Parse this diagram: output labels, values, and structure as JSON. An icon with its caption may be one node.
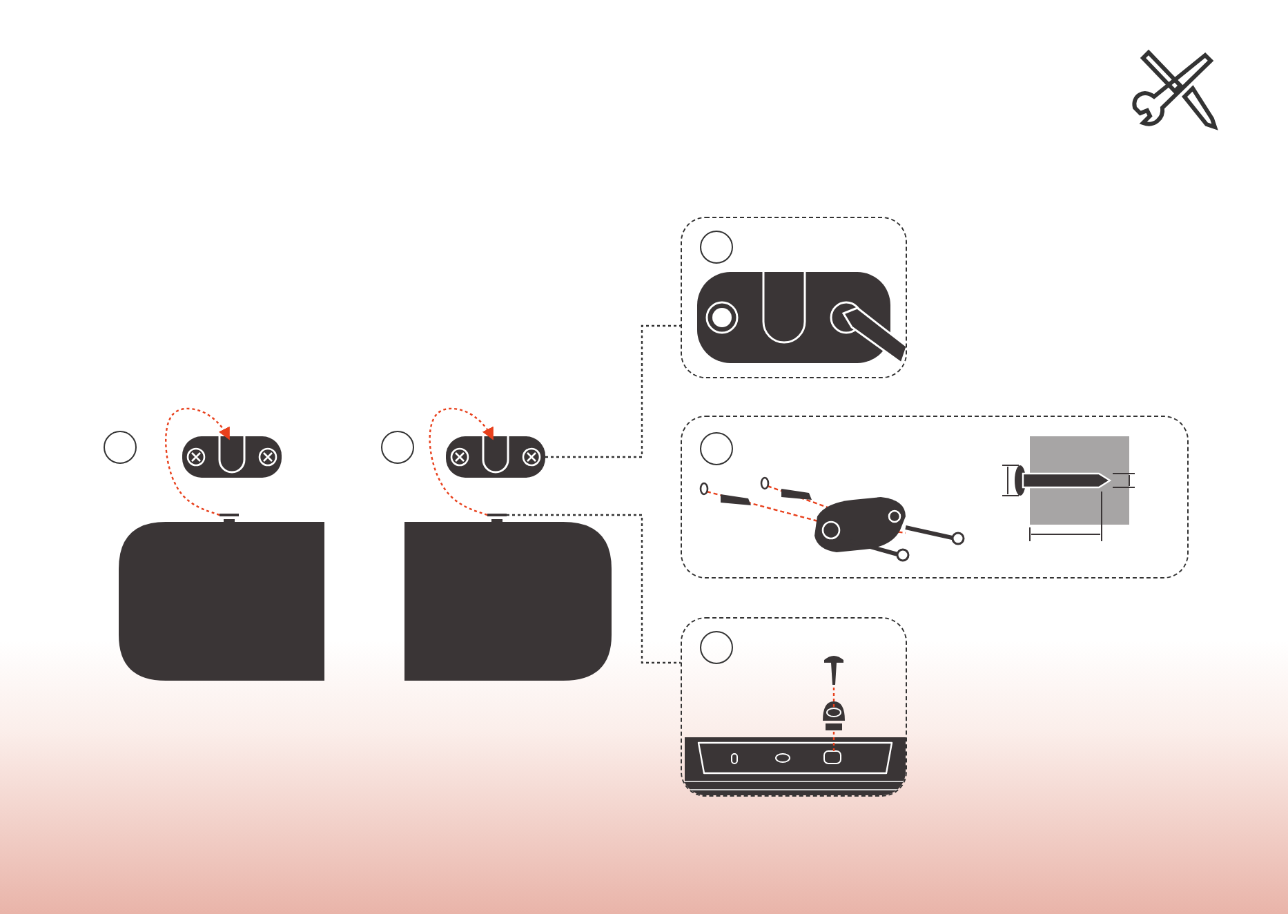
{
  "diagram": {
    "nodes": [
      {
        "text": [],
        "shape": "circle"
      },
      {
        "text": [],
        "shape": "picture"
      },
      {
        "text": [],
        "shape": "bar"
      },
      {
        "text": [],
        "shape": "circle"
      },
      {
        "text": [],
        "shape": "picture"
      },
      {
        "text": [],
        "shape": "bar"
      },
      {
        "text": [],
        "shape": "box"
      },
      {
        "text": [],
        "shape": "circle",
        "in": 6
      },
      {
        "text": [],
        "shape": "picture",
        "in": 6
      },
      {
        "text": [],
        "shape": "box"
      },
      {
        "text": [],
        "shape": "circle",
        "in": 9
      },
      {
        "text": [],
        "shape": "picture",
        "in": 9
      },
      {
        "text": [],
        "shape": "picture",
        "in": 9
      },
      {
        "text": [],
        "shape": "box"
      },
      {
        "text": [],
        "shape": "circle",
        "in": 13
      },
      {
        "text": [],
        "shape": "picture",
        "in": 13
      }
    ],
    "edges": [
      {
        "from": 2,
        "to": 1,
        "arrow": "to",
        "style": "dashed",
        "color": "#e8401c"
      },
      {
        "from": 5,
        "to": 4,
        "arrow": "to",
        "style": "dashed",
        "color": "#e8401c"
      },
      {
        "from": 4,
        "to": 6,
        "arrow": "none",
        "style": "dashed",
        "color": "#333333"
      },
      {
        "from": 5,
        "to": 13,
        "arrow": "none",
        "style": "dashed",
        "color": "#333333"
      }
    ]
  }
}
